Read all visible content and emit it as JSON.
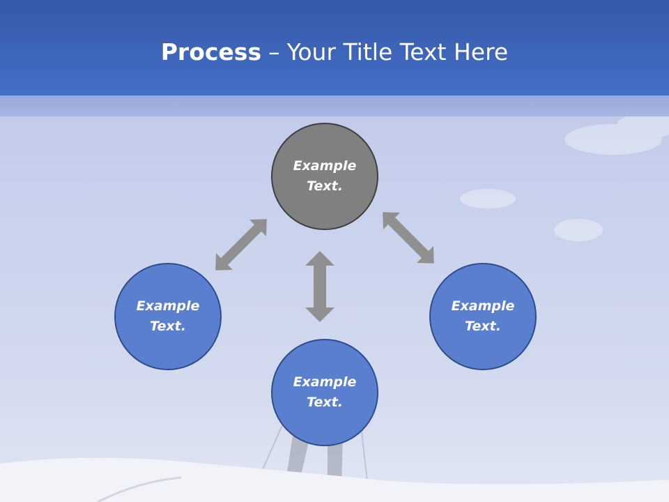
{
  "slide": {
    "title_strong": "Process",
    "title_sep": "–",
    "title_rest": "Your Title Text Here"
  },
  "diagram": {
    "nodes": [
      {
        "id": "top",
        "label": "Example Text.",
        "color": "#808080"
      },
      {
        "id": "left",
        "label": "Example Text.",
        "color": "#5b7fcf"
      },
      {
        "id": "right",
        "label": "Example Text.",
        "color": "#5b7fcf"
      },
      {
        "id": "bottom",
        "label": "Example Text.",
        "color": "#5b7fcf"
      }
    ],
    "arrows": [
      {
        "from": "top",
        "to": "left",
        "type": "double-arrow"
      },
      {
        "from": "top",
        "to": "right",
        "type": "double-arrow"
      },
      {
        "from": "top",
        "to": "bottom",
        "type": "double-arrow"
      }
    ],
    "arrow_color": "#909090"
  }
}
